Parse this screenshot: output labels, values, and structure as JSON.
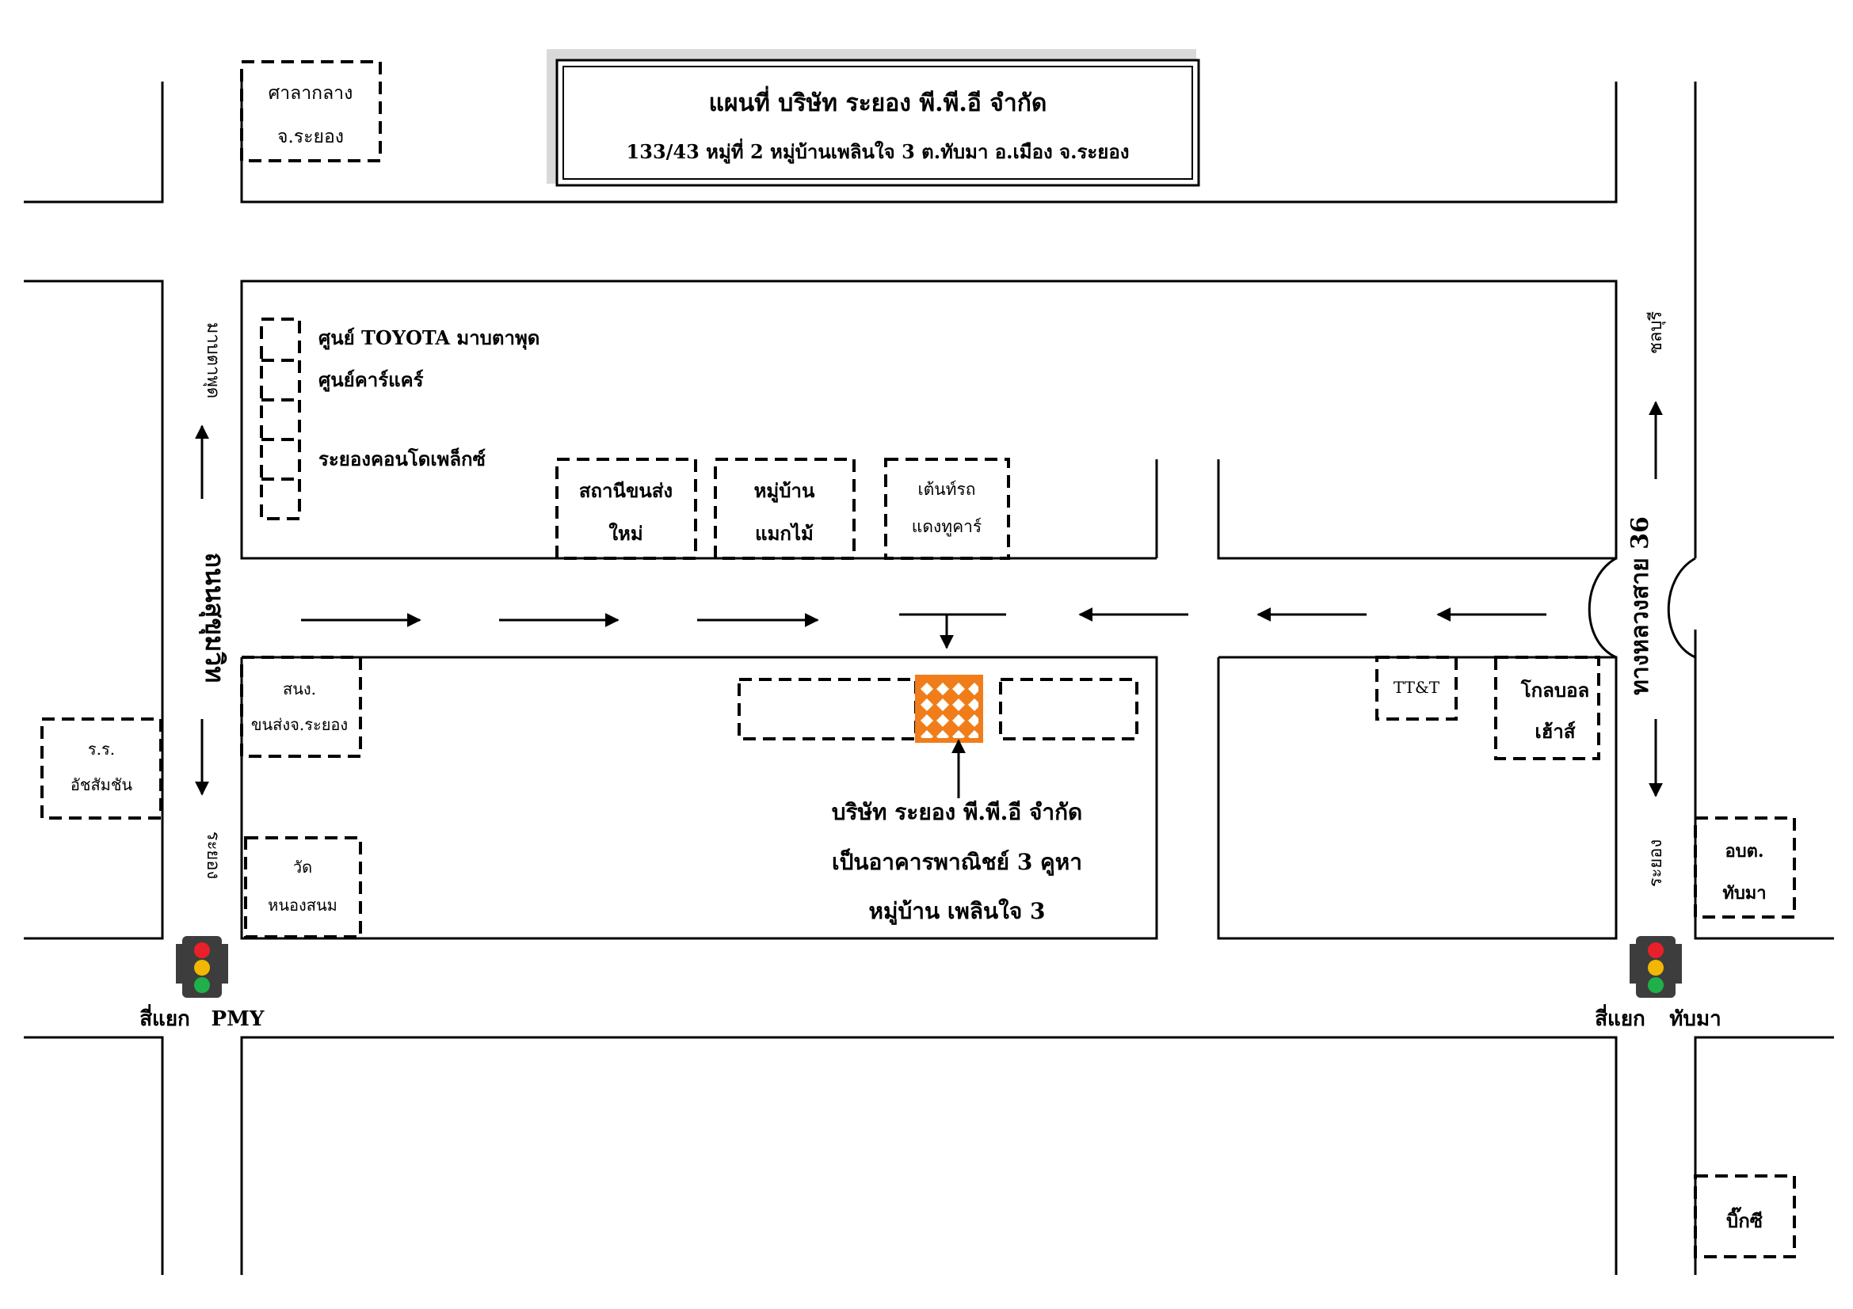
{
  "title": {
    "name": "แผนที่ บริษัท ระยอง พี.พี.อี จำกัด",
    "address": "133/43 หมู่ที่ 2  หมู่บ้านเพลินใจ 3  ต.ทับมา อ.เมือง จ.ระยอง"
  },
  "roads": {
    "sukhumvit": "ถนนสุขุมวิท",
    "to_maptaphut": "มาบตาพุด",
    "to_rayong_left": "ระยอง",
    "highway36": "ทางหลวงสาย 36",
    "to_chonburi": "ชลบุรี",
    "to_rayong_right": "ระยอง"
  },
  "landmarks": {
    "city_hall_line1": "ศาลากลาง",
    "city_hall_line2": "จ.ระยอง",
    "toyota": "ศูนย์ TOYOTA มาบตาพุด",
    "car_care": "ศูนย์คาร์แคร์",
    "condo": "ระยองคอนโดเพล็กซ์",
    "new_station_line1": "สถานีขนส่ง",
    "new_station_line2": "ใหม่",
    "village_line1": "หมู่บ้าน",
    "village_line2": "แมกไม้",
    "bus_stop_line1": "เต้นท์รถ",
    "bus_stop_line2": "แดงทูคาร์",
    "transport_office_line1": "สนง.",
    "transport_office_line2": "ขนส่งจ.ระยอง",
    "school_line1": "ร.ร.",
    "school_line2": "อัชสัมชัน",
    "temple_line1": "วัด",
    "temple_line2": "หนองสนม",
    "ttt": "TT&T",
    "global_line1": "โกลบอล",
    "global_line2": "เฮ้าส์",
    "obt_line1": "อบต.",
    "obt_line2": "ทับมา",
    "bigc": "บิ๊กซี"
  },
  "company_caption": {
    "line1": "บริษัท ระยอง พี.พี.อี จำกัด",
    "line2": "เป็นอาคารพาณิชย์ 3 คูหา",
    "line3": "หมู่บ้าน เพลินใจ 3"
  },
  "intersections": {
    "left_label1": "สี่แยก",
    "left_label2": "PMY",
    "right_label1": "สี่แยก",
    "right_label2": "ทับมา"
  },
  "colors": {
    "line": "#000000",
    "company_marker": "#f07d1a",
    "traffic_red": "#e8202a",
    "traffic_yellow": "#f2b705",
    "traffic_green": "#1fb04a",
    "traffic_body": "#3d3d3d"
  }
}
